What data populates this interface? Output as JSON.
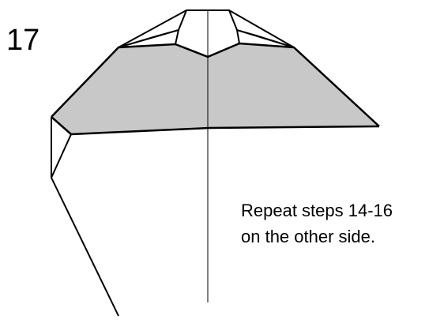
{
  "step_number": "17",
  "instruction": {
    "line1": "Repeat steps 14-16",
    "line2": "on the other side."
  },
  "colors": {
    "fill": "#c8c8c8",
    "stroke": "#000000",
    "background": "#ffffff"
  }
}
